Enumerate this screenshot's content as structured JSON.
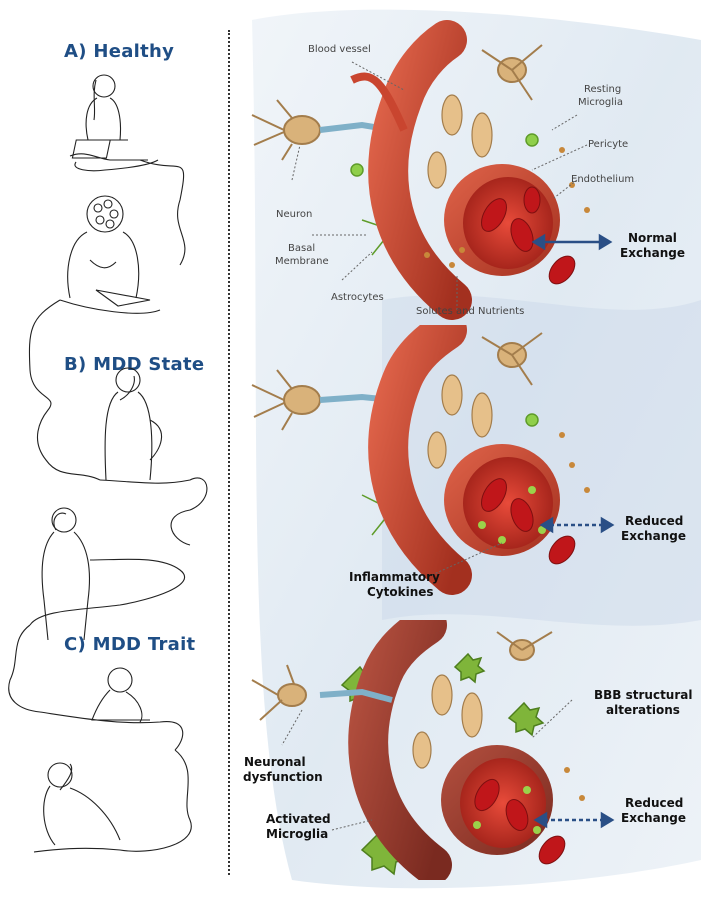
{
  "sections": {
    "healthy": "A)  Healthy",
    "mdd_state": "B)  MDD State",
    "mdd_trait": "C)  MDD Trait"
  },
  "labels_a": {
    "blood_vessel": "Blood vessel",
    "resting_microglia_1": "Resting",
    "resting_microglia_2": "Microglia",
    "pericyte": "Pericyte",
    "endothelium": "Endothelium",
    "neuron": "Neuron",
    "basal_1": "Basal",
    "basal_2": "Membrane",
    "astrocytes": "Astrocytes",
    "solutes": "Solutes and Nutrients",
    "exchange_1": "Normal",
    "exchange_2": "Exchange"
  },
  "labels_b": {
    "cytokines_1": "Inflammatory",
    "cytokines_2": "Cytokines",
    "exchange_1": "Reduced",
    "exchange_2": "Exchange"
  },
  "labels_c": {
    "bbb_1": "BBB structural",
    "bbb_2": "alterations",
    "neuronal_1": "Neuronal",
    "neuronal_2": "dysfunction",
    "microglia_1": "Activated",
    "microglia_2": "Microglia",
    "exchange_1": "Reduced",
    "exchange_2": "Exchange"
  },
  "colors": {
    "title": "#1f4e85",
    "arrow": "#2a4f86",
    "vessel": "#c9452f",
    "neuron": "#d9b27a",
    "astrocyte": "#8fcf4a",
    "background": "#dbe6f0"
  }
}
